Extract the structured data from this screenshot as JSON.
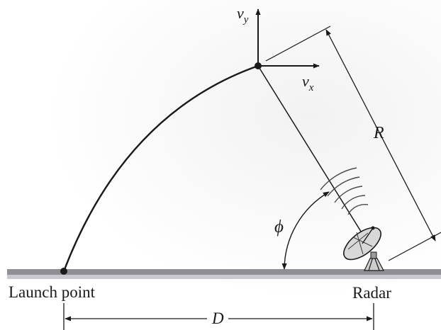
{
  "figure": {
    "labels": {
      "launch_point": "Launch point",
      "radar": "Radar",
      "distance": "D",
      "range": "R",
      "elevation_angle": "ϕ",
      "velocity_y": "v",
      "velocity_y_sub": "y",
      "velocity_x": "v",
      "velocity_x_sub": "x"
    },
    "icons": [
      "radar-dish-icon",
      "signal-waves-icon"
    ],
    "colors": {
      "ink": "#1a1a1a",
      "ground": "#8f8f96",
      "ground_shadow": "#c9c8cf"
    }
  }
}
